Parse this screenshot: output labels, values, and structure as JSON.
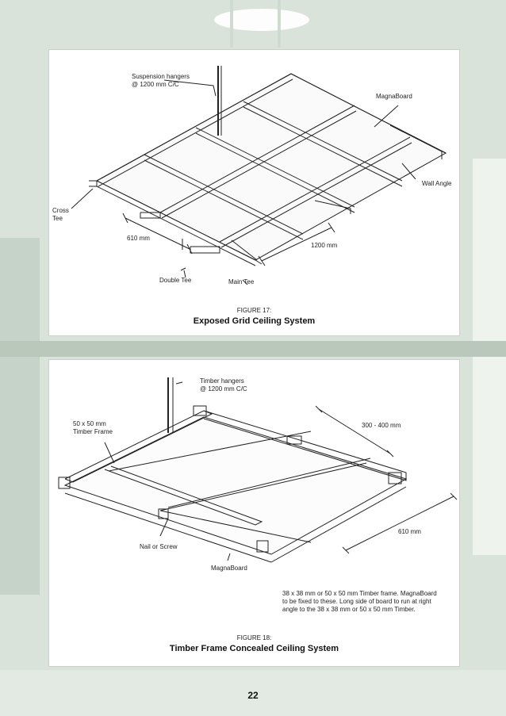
{
  "figure17": {
    "labels": {
      "suspension": "Suspension hangers\n@ 1200 mm C/C",
      "magnaboard": "MagnaBoard",
      "wall_angle": "Wall Angle",
      "cross_tee": "Cross\nTee",
      "dim_610": "610 mm",
      "dim_1200": "1200 mm",
      "double_tee": "Double Tee",
      "main_tee": "Main Tee"
    },
    "caption_number": "FIGURE 17:",
    "caption_title": "Exposed Grid Ceiling System"
  },
  "figure18": {
    "labels": {
      "timber_hangers": "Timber hangers\n@ 1200 mm C/C",
      "timber_frame": "50 x 50 mm\nTimber Frame",
      "dim_300_400": "300 - 400 mm",
      "dim_610": "610 mm",
      "nail_screw": "Nail or Screw",
      "magnaboard": "MagnaBoard",
      "note": "38 x 38 mm or 50 x 50 mm Timber frame. MagnaBoard\nto be fixed to these. Long side of board to run at right\nangle to the 38 x 38 mm or 50 x 50 mm Timber."
    },
    "caption_number": "FIGURE 18:",
    "caption_title": "Timber Frame Concealed Ceiling System"
  },
  "page_number": "22"
}
